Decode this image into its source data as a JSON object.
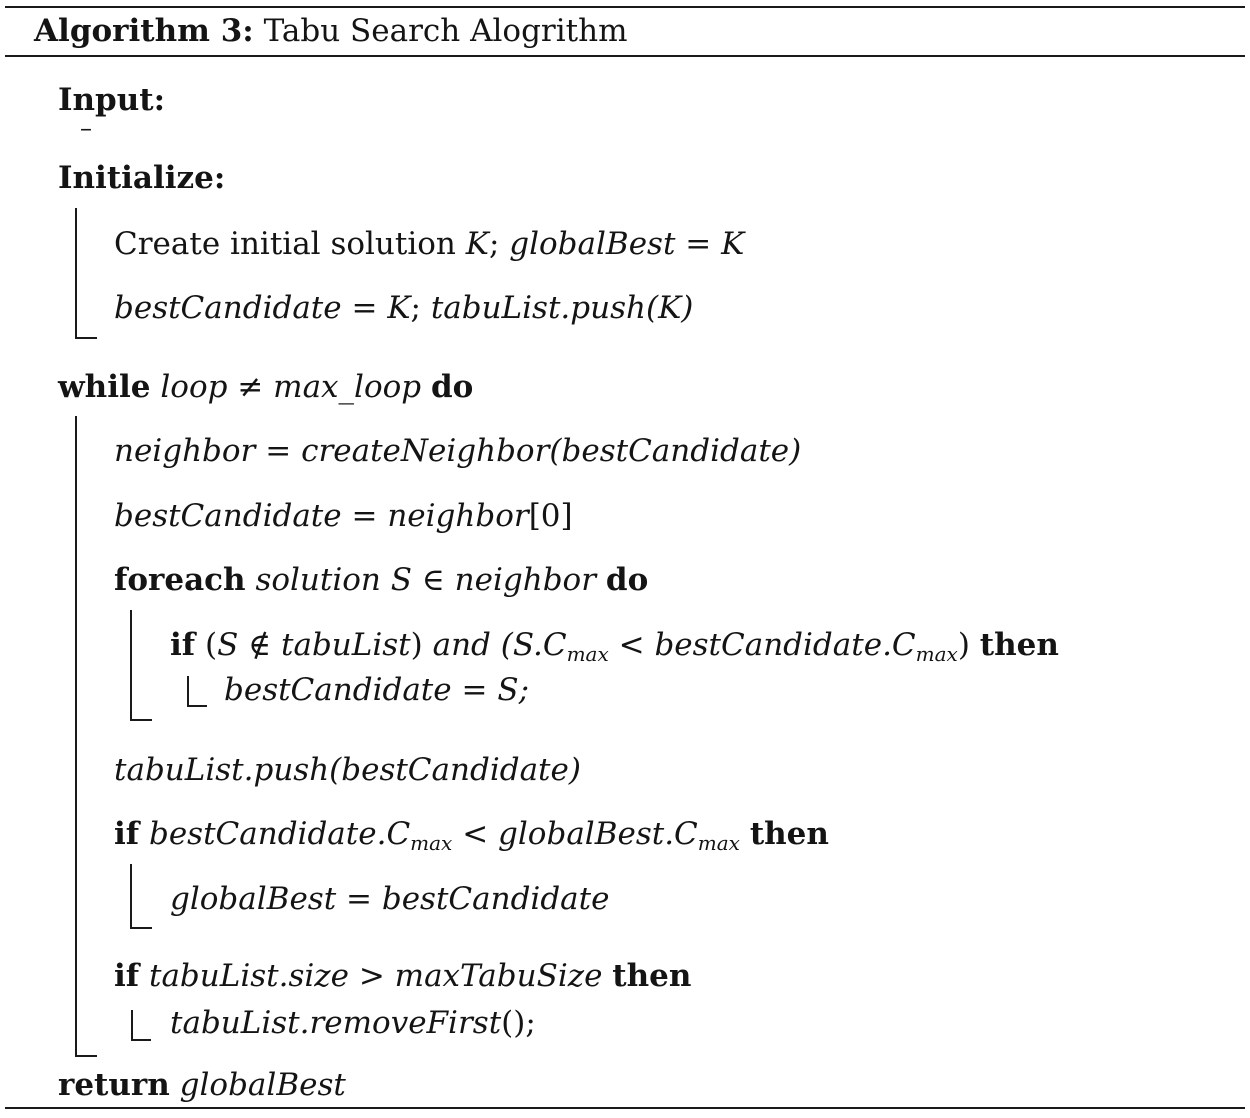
{
  "caption": {
    "label": "Algorithm 3:",
    "title": "Tabu Search Alogrithm"
  },
  "input": {
    "keyword": "Input:",
    "value": "–"
  },
  "initialize": {
    "keyword": "Initialize:",
    "line1_text": "Create initial solution",
    "line1_var1": "K",
    "line1_sep": ";",
    "line1_var2": "globalBest",
    "line1_op": "=",
    "line1_var3": "K",
    "line2_var1": "bestCandidate",
    "line2_op": "=",
    "line2_var2": "K",
    "line2_sep": ";",
    "line2_call": "tabuList.push",
    "line2_arg": "(K)"
  },
  "while": {
    "kw_while": "while",
    "var_loop": "loop",
    "op_neq": "≠",
    "var_max": "max_loop",
    "kw_do": "do",
    "neighbor_var": "neighbor",
    "neighbor_op": "=",
    "neighbor_call": "createNeighbor",
    "neighbor_arg": "(bestCandidate)",
    "best_var": "bestCandidate",
    "best_op": "=",
    "best_val": "neighbor",
    "best_idx": "[0]"
  },
  "foreach": {
    "kw_foreach": "foreach",
    "var_solution": "solution S",
    "op_in": "∈",
    "var_neighbor": "neighbor",
    "kw_do": "do",
    "kw_if": "if",
    "cond1_open": "(",
    "cond1_s": "S",
    "cond1_notin": "∉",
    "cond1_list": "tabuList",
    "cond1_close": ")",
    "word_and": "and",
    "cond2_open": "(S.C",
    "cond2_sub": "max",
    "cond2_lt": "<",
    "cond2_best": "bestCandidate.C",
    "cond2_sub2": "max",
    "cond2_close": ")",
    "kw_then": "then",
    "assign_var": "bestCandidate",
    "assign_op": "=",
    "assign_val": "S;"
  },
  "tabu_push": {
    "call": "tabuList.push",
    "arg": "(bestCandidate)"
  },
  "if_global": {
    "kw_if": "if",
    "lhs": "bestCandidate.C",
    "lhs_sub": "max",
    "op": "<",
    "rhs": "globalBest.C",
    "rhs_sub": "max",
    "kw_then": "then",
    "body_var": "globalBest",
    "body_op": "=",
    "body_val": "bestCandidate"
  },
  "if_size": {
    "kw_if": "if",
    "lhs": "tabuList.size",
    "op": ">",
    "rhs": "maxTabuSize",
    "kw_then": "then",
    "body": "tabuList.removeFirst",
    "body_tail": "();"
  },
  "return": {
    "kw_return": "return",
    "value": "globalBest"
  }
}
